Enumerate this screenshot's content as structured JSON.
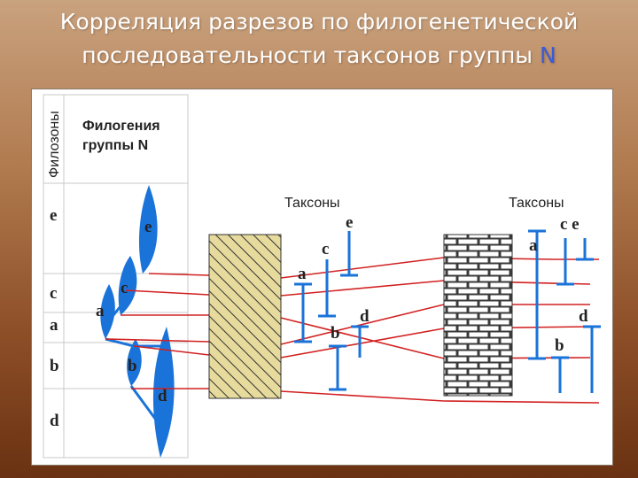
{
  "title": {
    "line1": "Корреляция разрезов по филогенетической",
    "line2_prefix": "последовательности таксонов группы ",
    "line2_highlight": "N"
  },
  "table": {
    "col1_header": "Филозоны",
    "col2_header_line1": "Филогения",
    "col2_header_line2": "группы N",
    "zones": [
      "e",
      "c",
      "a",
      "b",
      "d"
    ]
  },
  "phylogeny": {
    "labels": [
      "e",
      "c",
      "a",
      "b",
      "d"
    ]
  },
  "section1": {
    "header": "Таксоны",
    "taxa": [
      "e",
      "c",
      "a",
      "b",
      "d"
    ]
  },
  "section2": {
    "header": "Таксоны",
    "taxa_top": "c e",
    "taxa": [
      "a",
      "d",
      "b"
    ]
  },
  "colors": {
    "accent_blue": "#1a73d9",
    "correlation_red": "#d22020",
    "hatch_fill": "#e6da9c",
    "brick_fill": "#3a3a3a"
  }
}
